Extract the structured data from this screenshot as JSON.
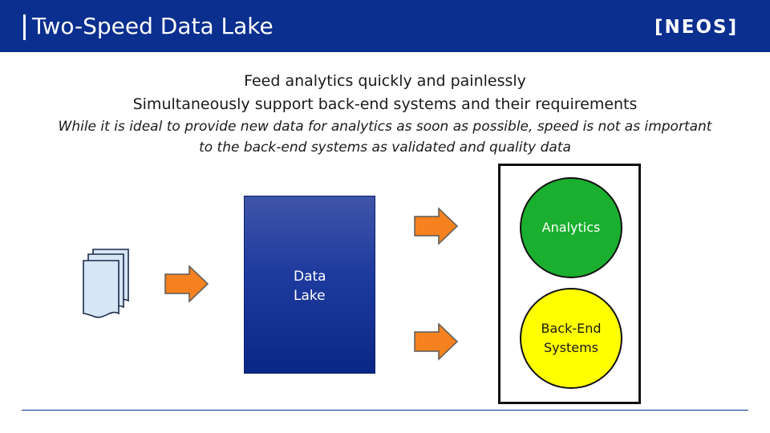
{
  "slide": {
    "title": "Two-Speed Data Lake",
    "logo_text": "[NEOS]",
    "lines": [
      "Feed analytics quickly and painlessly",
      "Simultaneously support back-end systems and their requirements"
    ],
    "italic_lines": [
      "While it is ideal to provide new data for analytics as soon as possible, speed is not as important",
      "to the back-end systems as validated and quality data"
    ]
  },
  "diagram": {
    "source_icon": "document-stack-icon",
    "lake_lines": [
      "Data",
      "Lake"
    ],
    "analytics_label": "Analytics",
    "backend_lines": [
      "Back-End",
      "Systems"
    ]
  },
  "colors": {
    "header": "#0a2f8f",
    "arrow": "#f5821f",
    "analytics": "#1aaf2e",
    "backend": "#ffff00",
    "lake": "#1d3a9e",
    "document": "#d6e6f4"
  }
}
